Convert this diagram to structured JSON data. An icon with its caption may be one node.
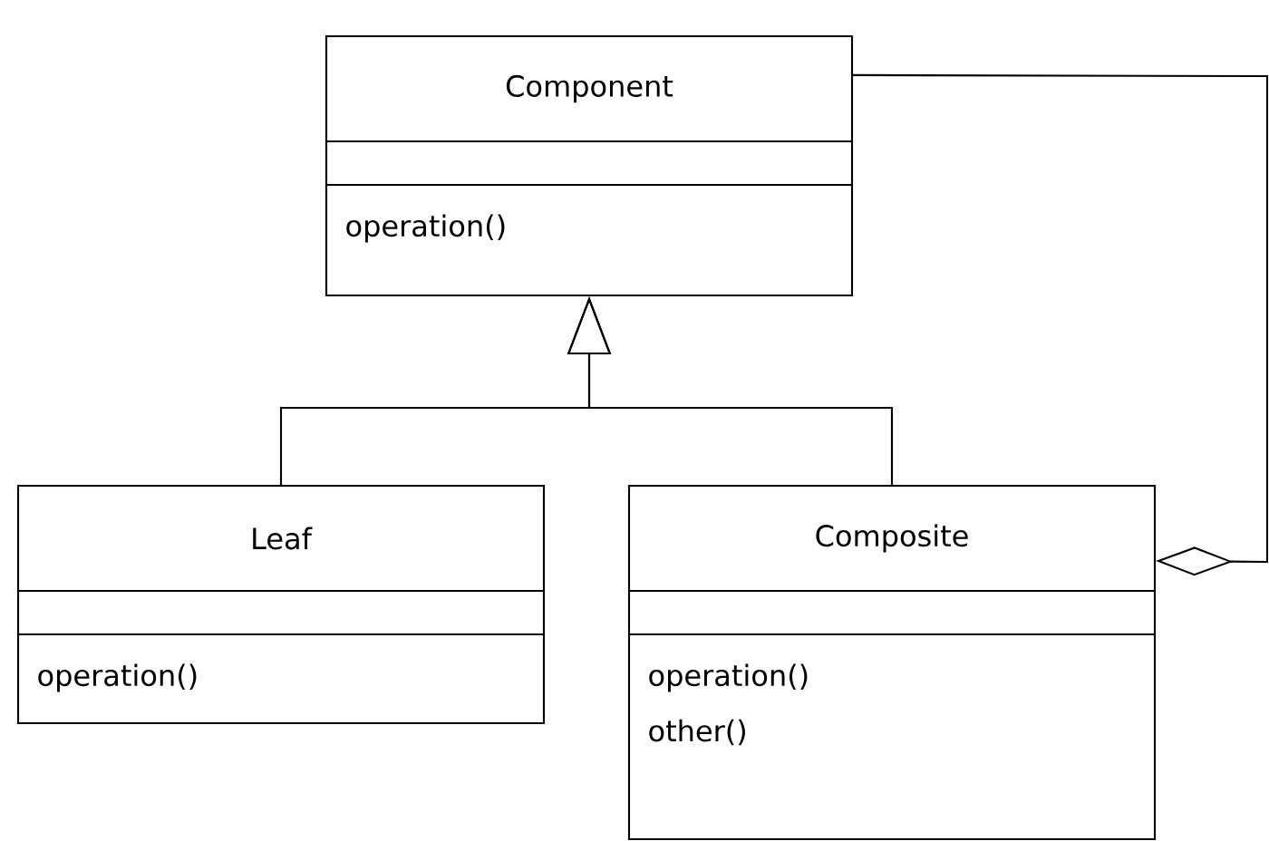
{
  "diagram": {
    "nodes": [
      {
        "text": [
          "Component",
          "operation()"
        ]
      },
      {
        "text": [
          "Leaf",
          "operation()"
        ]
      },
      {
        "text": [
          "Composite",
          "operation()",
          "other()"
        ]
      }
    ],
    "edges": [
      {
        "from": 1,
        "to": 0,
        "arrow": "to"
      },
      {
        "from": 2,
        "to": 0,
        "arrow": "to"
      },
      {
        "from": 2,
        "to": 0,
        "arrow": "other"
      }
    ]
  }
}
